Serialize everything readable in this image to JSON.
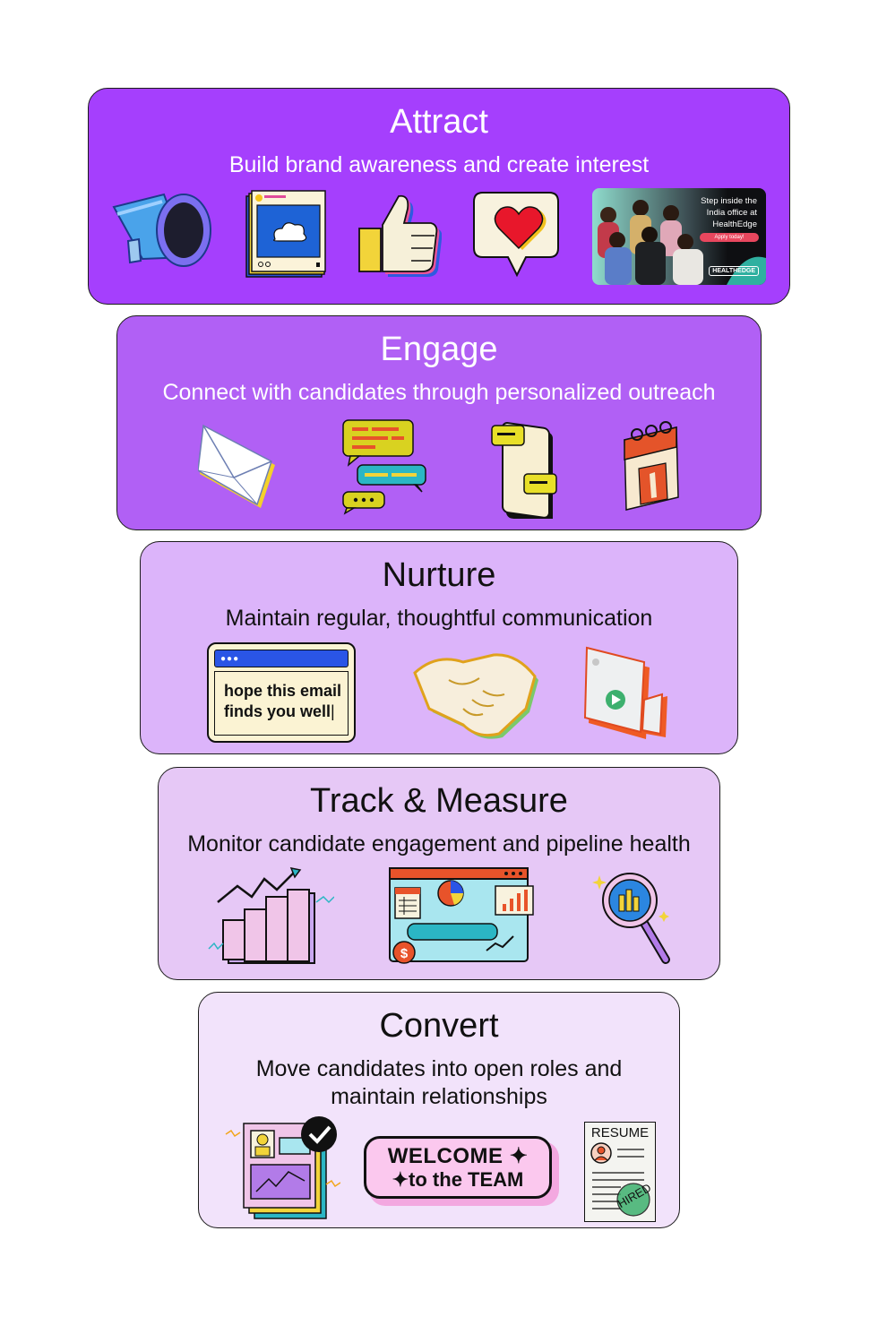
{
  "stages": [
    {
      "title": "Attract",
      "subtitle": "Build brand awareness and create interest",
      "icons": [
        "megaphone-icon",
        "social-post-icon",
        "thumbs-up-icon",
        "heart-bubble-icon",
        "team-photo"
      ]
    },
    {
      "title": "Engage",
      "subtitle": "Connect with candidates through personalized outreach",
      "icons": [
        "envelope-icon",
        "chat-bubbles-icon",
        "phone-messages-icon",
        "calendar-icon"
      ]
    },
    {
      "title": "Nurture",
      "subtitle": "Maintain regular, thoughtful communication",
      "icons": [
        "email-window-icon",
        "handshake-icon",
        "video-camera-icon"
      ]
    },
    {
      "title": "Track & Measure",
      "subtitle": "Monitor candidate engagement and pipeline health",
      "icons": [
        "bar-chart-growth-icon",
        "dashboard-icon",
        "magnifier-chart-icon"
      ]
    },
    {
      "title": "Convert",
      "subtitle": "Move candidates into open roles and maintain relationships",
      "icons": [
        "profile-document-check-icon",
        "welcome-sign-icon",
        "resume-hired-icon"
      ]
    }
  ],
  "team_photo": {
    "line1": "Step inside the",
    "line2": "India office at",
    "line3": "HealthEdge",
    "button": "Apply today!",
    "logo": "HEALTHEDGE"
  },
  "email_window": {
    "line1": "hope this email",
    "line2": "finds you well"
  },
  "welcome_sign": {
    "line1": "WELCOME",
    "line2": "to the TEAM"
  },
  "resume": {
    "header": "RESUME",
    "stamp": "HIRED"
  },
  "colors": {
    "attract": "#a53ffd",
    "engage": "#b160f5",
    "nurture": "#dcb4fa",
    "track": "#e6c8f6",
    "convert": "#f2e3fb"
  }
}
